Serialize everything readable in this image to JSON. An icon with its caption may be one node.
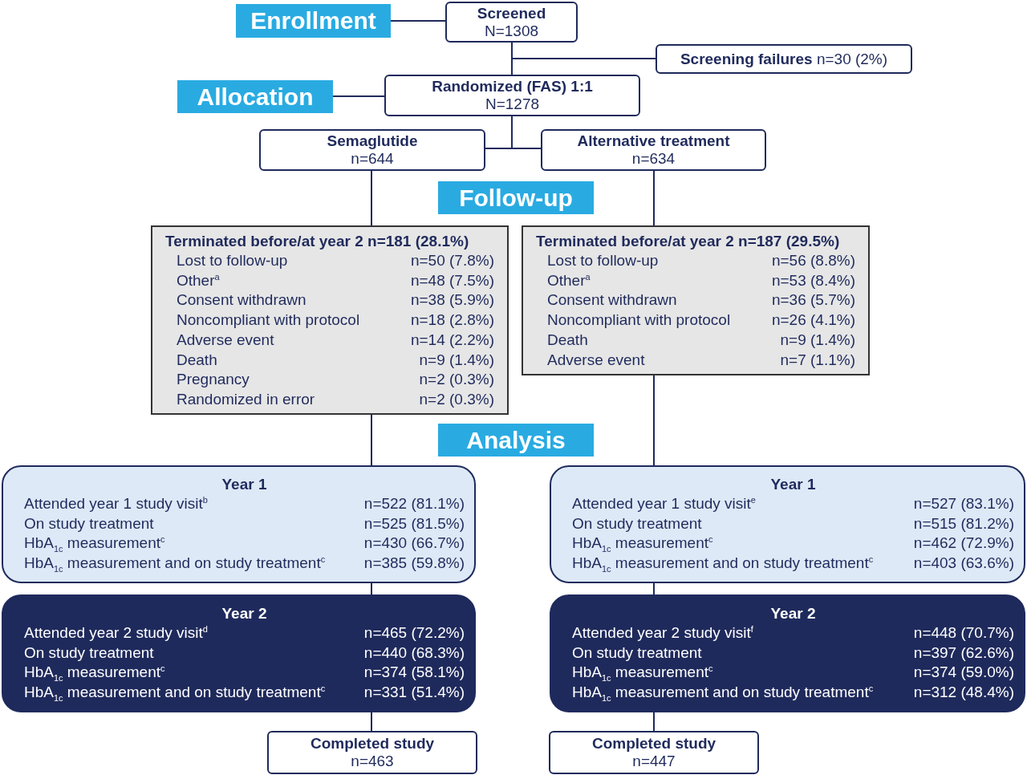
{
  "diagram": {
    "nodes": [
      {
        "text": [
          "Enrollment"
        ]
      },
      {
        "text": [
          "Screened",
          "N=1308"
        ]
      },
      {
        "text": [
          "**Screening failures** n=30 (2%)"
        ]
      },
      {
        "text": [
          "Allocation"
        ]
      },
      {
        "text": [
          "Randomized (FAS) 1:1",
          "N=1278"
        ]
      },
      {
        "text": [
          "Semaglutide",
          "n=644"
        ]
      },
      {
        "text": [
          "Alternative treatment",
          "n=634"
        ]
      },
      {
        "text": [
          "Follow-up"
        ]
      },
      {
        "text": [
          "Terminated before/at year 2 n=181 (28.1%)",
          "Lost to follow-up",
          "n=50 (7.8%)",
          "Other$^{a}$",
          "n=48 (7.5%)",
          "Consent withdrawn",
          "n=38 (5.9%)",
          "Noncompliant with protocol",
          "n=18 (2.8%)",
          "Adverse event",
          "n=14 (2.2%)",
          "Death",
          "n=9 (1.4%)",
          "Pregnancy",
          "n=2 (0.3%)",
          "Randomized in error",
          "n=2 (0.3%)"
        ]
      },
      {
        "text": [
          "Terminated before/at year 2 n=187 (29.5%)",
          "Lost to follow-up",
          "n=56 (8.8%)",
          "Other$^{a}$",
          "n=53 (8.4%)",
          "Consent withdrawn",
          "n=36 (5.7%)",
          "Noncompliant with protocol",
          "n=26 (4.1%)",
          "Death",
          "n=9 (1.4%)",
          "Adverse event",
          "n=7 (1.1%)"
        ]
      },
      {
        "text": [
          "Analysis"
        ]
      },
      {
        "text": [
          "Year 1",
          "Attended year 1 study visit$^{b}$",
          "n=522 (81.1%)",
          "On study treatment",
          "n=525 (81.5%)",
          "HbA$_{1c}$ measurement$^{c}$",
          "n=430 (66.7%)",
          "HbA$_{1c}$ measurement and on study treatment$^{c}$",
          "n=385 (59.8%)"
        ]
      },
      {
        "text": [
          "Year 1",
          "Attended year 1 study visit$^{e}$",
          "n=527 (83.1%)",
          "On study treatment",
          "n=515 (81.2%)",
          "HbA$_{1c}$ measurement$^{c}$",
          "n=462 (72.9%)",
          "HbA$_{1c}$ measurement and on study treatment$^{c}$",
          "n=403 (63.6%)"
        ]
      },
      {
        "text": [
          "Year 2",
          "Attended year 2 study visit$^{d}$",
          "n=465 (72.2%)",
          "On study treatment",
          "n=440 (68.3%)",
          "HbA$_{1c}$ measurement$^{c}$",
          "n=374 (58.1%)",
          "HbA$_{1c}$ measurement and on study treatment$^{c}$",
          "n=331 (51.4%)"
        ]
      },
      {
        "text": [
          "Year 2",
          "Attended year 2 study visit$^{f}$",
          "n=448 (70.7%)",
          "On study treatment",
          "n=397 (62.6%)",
          "HbA$_{1c}$ measurement$^{c}$",
          "n=374 (59.0%)",
          "HbA$_{1c}$ measurement and on study treatment$^{c}$",
          "n=312 (48.4%)"
        ]
      },
      {
        "text": [
          "Completed study",
          "n=463"
        ]
      },
      {
        "text": [
          "Completed study",
          "n=447"
        ]
      }
    ],
    "edges": [
      {
        "from": 0,
        "to": 1,
        "arrow": "none"
      },
      {
        "from": 1,
        "to": 4,
        "arrow": "none"
      },
      {
        "from": 1,
        "to": 2,
        "arrow": "none"
      },
      {
        "from": 3,
        "to": 4,
        "arrow": "none"
      },
      {
        "from": 4,
        "to": 5,
        "arrow": "none"
      },
      {
        "from": 4,
        "to": 6,
        "arrow": "none"
      },
      {
        "from": 5,
        "to": 8,
        "arrow": "none"
      },
      {
        "from": 6,
        "to": 9,
        "arrow": "none"
      },
      {
        "from": 8,
        "to": 11,
        "arrow": "none"
      },
      {
        "from": 9,
        "to": 12,
        "arrow": "none"
      },
      {
        "from": 11,
        "to": 13,
        "arrow": "none"
      },
      {
        "from": 12,
        "to": 14,
        "arrow": "none"
      },
      {
        "from": 13,
        "to": 15,
        "arrow": "none"
      },
      {
        "from": 14,
        "to": 16,
        "arrow": "none"
      }
    ]
  }
}
